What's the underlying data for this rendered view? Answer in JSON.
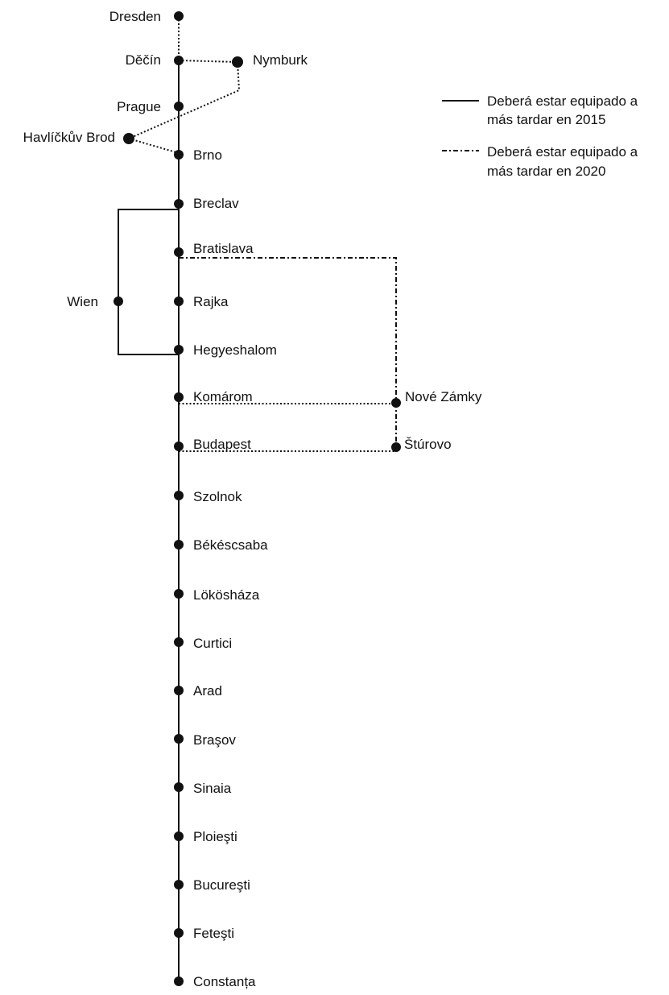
{
  "stations": {
    "dresden": "Dresden",
    "decin": "Děčín",
    "nymburk": "Nymburk",
    "prague": "Prague",
    "havlickuv_brod": "Havlíčkův Brod",
    "brno": "Brno",
    "breclav": "Breclav",
    "bratislava": "Bratislava",
    "wien": "Wien",
    "rajka": "Rajka",
    "hegyeshalom": "Hegyeshalom",
    "komarom": "Komárom",
    "nove_zamky": "Nové Zámky",
    "budapest": "Budapest",
    "sturovo": "Štúrovo",
    "szolnok": "Szolnok",
    "bekescsaba": "Békéscsaba",
    "lokoshaza": "Lökösháza",
    "curtici": "Curtici",
    "arad": "Arad",
    "brasov": "Braşov",
    "sinaia": "Sinaia",
    "ploiesti": "Ploieşti",
    "bucuresti": "Bucureşti",
    "fetesti": "Feteşti",
    "constanta": "Constanța"
  },
  "legend": {
    "solid_line1": "Deberá estar equipado a",
    "solid_line2": "más tardar en 2015",
    "dotted_line1": "Deberá estar equipado a",
    "dotted_line2": "más tardar en 2020"
  }
}
